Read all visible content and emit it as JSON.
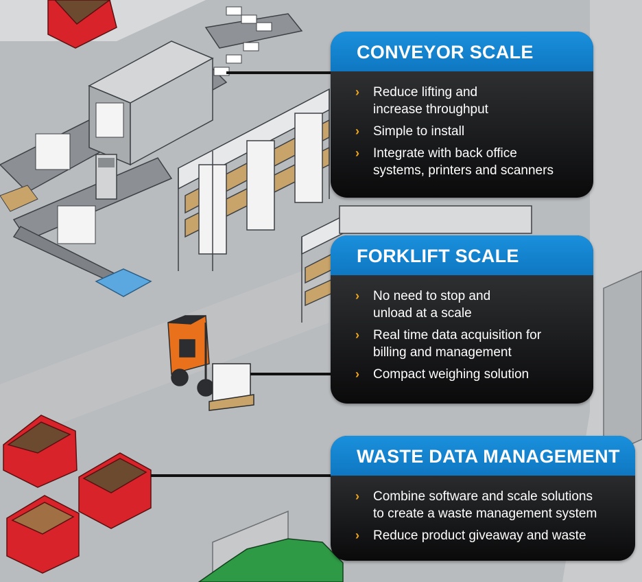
{
  "callouts": [
    {
      "title": "CONVEYOR SCALE",
      "items": [
        "Reduce lifting and\nincrease throughput",
        "Simple to install",
        "Integrate with back office\nsystems, printers and scanners"
      ]
    },
    {
      "title": "FORKLIFT SCALE",
      "items": [
        "No need to stop and\nunload at a scale",
        "Real time data acquisition for\nbilling and management",
        "Compact weighing solution"
      ]
    },
    {
      "title": "WASTE DATA MANAGEMENT",
      "items": [
        "Combine software and scale solutions\nto create a waste management system",
        "Reduce product giveaway and waste"
      ]
    }
  ],
  "bullet_glyph": "›",
  "colors": {
    "header_blue": "#1584d0",
    "bullet_orange": "#f2a71b",
    "panel_dark": "#1f2022",
    "floor_gray": "#b9bcbf",
    "bin_red": "#d8232a",
    "forklift_orange": "#e9711c",
    "truck_green": "#2e9a45",
    "scale_pad_blue": "#5aa8df"
  }
}
